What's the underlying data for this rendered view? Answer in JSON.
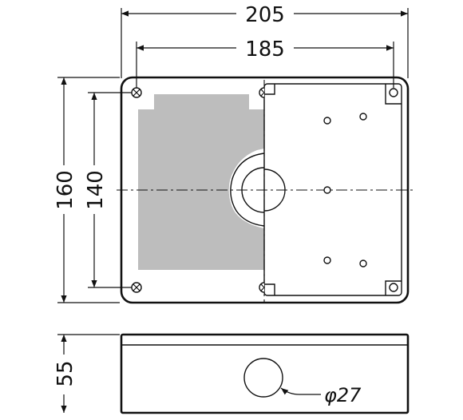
{
  "diagram": {
    "dimensions": {
      "overall_width": "205",
      "mounting_width": "185",
      "overall_height": "160",
      "mounting_height": "140",
      "depth": "55",
      "hole_diameter": "φ27"
    },
    "colors": {
      "line": "#111111",
      "gasket_fill": "#bdbdbd",
      "background": "#ffffff"
    }
  }
}
